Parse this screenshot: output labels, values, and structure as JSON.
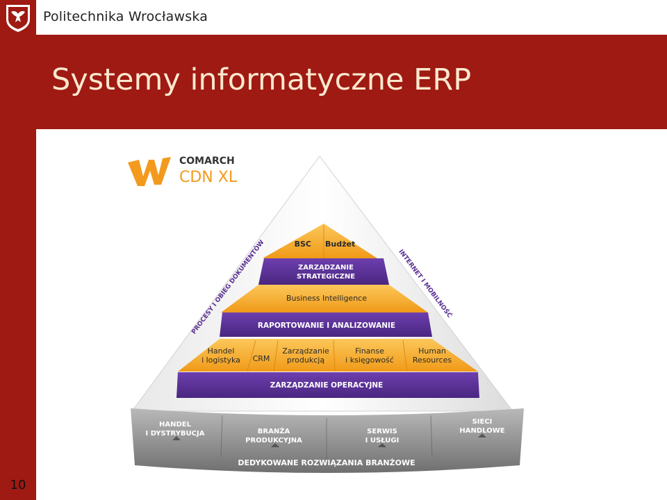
{
  "header": {
    "university": "Politechnika Wrocławska"
  },
  "slide": {
    "title": "Systemy informatyczne ERP",
    "number": "10"
  },
  "diagram": {
    "brand": {
      "line1": "COMARCH",
      "line2": "CDN XL"
    },
    "apex": {
      "left": "BSC",
      "right": "Budżet"
    },
    "strategic": {
      "line1": "ZARZĄDZANIE",
      "line2": "STRATEGICZNE"
    },
    "bi": "Business Intelligence",
    "reporting": "RAPORTOWANIE I ANALIZOWANIE",
    "modules": [
      {
        "line1": "Handel",
        "line2": "i logistyka"
      },
      {
        "line1": "CRM",
        "line2": ""
      },
      {
        "line1": "Zarządzanie",
        "line2": "produkcją"
      },
      {
        "line1": "Finanse",
        "line2": "i księgowość"
      },
      {
        "line1": "Human",
        "line2": "Resources"
      }
    ],
    "operational": "ZARZĄDZANIE OPERACYJNE",
    "side_left": "PROCESY I OBIEG DOKUMENTÓW",
    "side_right": "INTERNET I MOBILNOŚĆ",
    "base_items": [
      {
        "line1": "HANDEL",
        "line2": "I DYSTRYBUCJA"
      },
      {
        "line1": "BRANŻA",
        "line2": "PRODUKCYJNA"
      },
      {
        "line1": "SERWIS",
        "line2": "I USŁUGI"
      },
      {
        "line1": "SIECI",
        "line2": "HANDLOWE"
      }
    ],
    "base_footer": "DEDYKOWANE ROZWIĄZANIA BRANŻOWE",
    "colors": {
      "orange": "#f3a020",
      "purple": "#5a2f93",
      "gray": "#8c8c8c",
      "red": "#9e1a12"
    }
  }
}
